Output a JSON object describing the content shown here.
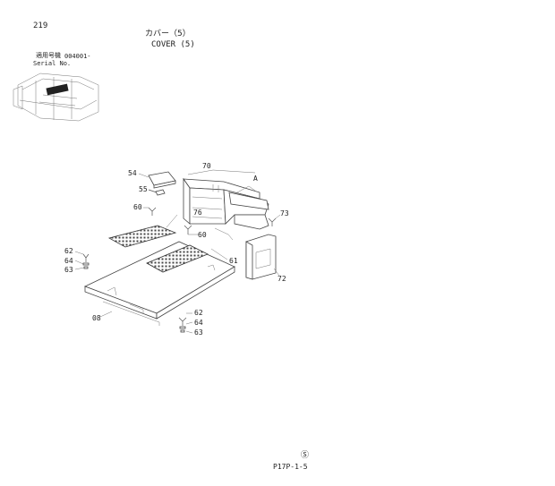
{
  "page_number": "219",
  "title_jp": "カバー（5）",
  "title_en": "COVER (5)",
  "serial_label_jp": "適用号機",
  "serial_value": "004001-",
  "serial_label_en": "Serial No.",
  "view_marker": "A",
  "copyright_symbol": "Ⓢ",
  "page_code": "P17P-1-5",
  "callouts": {
    "c54": "54",
    "c55": "55",
    "c60a": "60",
    "c76": "76",
    "c70": "70",
    "c73": "73",
    "c60b": "60",
    "c61": "61",
    "c72": "72",
    "c62a": "62",
    "c64a": "64",
    "c63a": "63",
    "c08": "08",
    "c62b": "62",
    "c64b": "64",
    "c63b": "63"
  }
}
